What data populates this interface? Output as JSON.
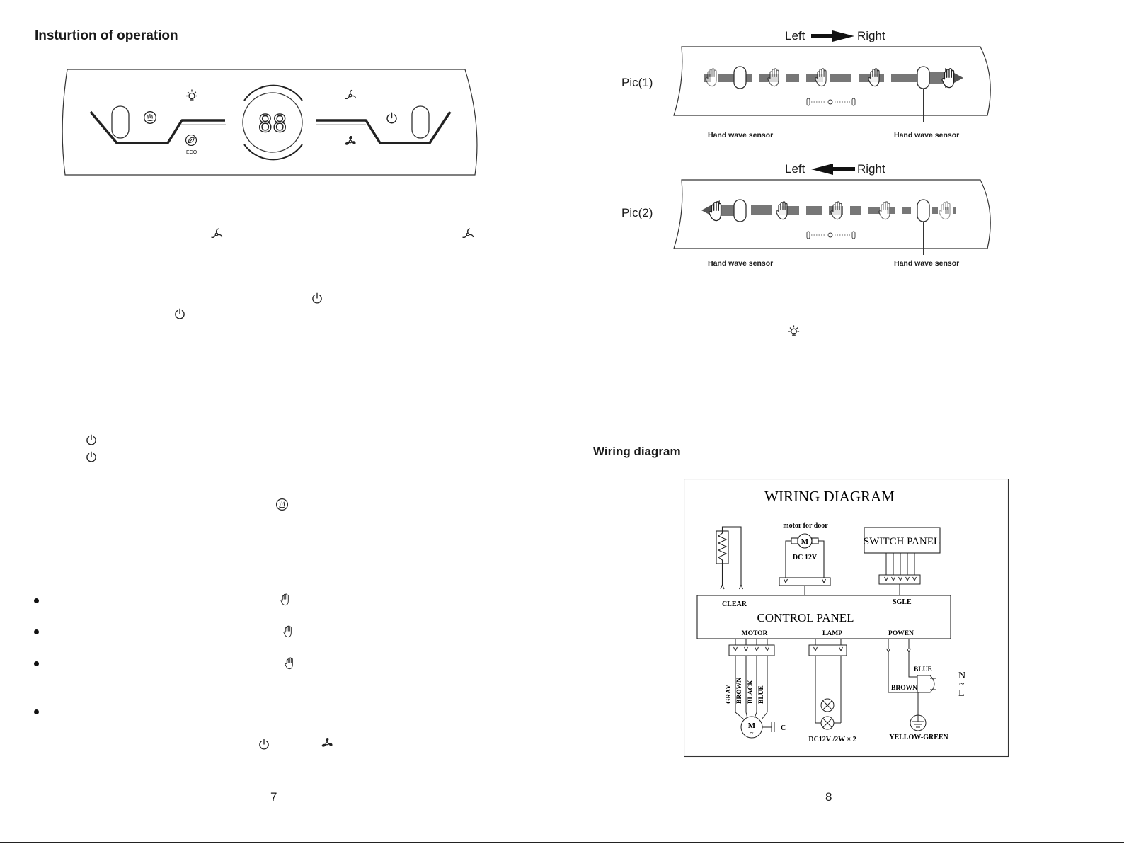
{
  "left_page": {
    "heading": "Insturtion of operation",
    "control_panel": {
      "display": "88",
      "eco_label": "ECO"
    },
    "page_number": "7"
  },
  "right_page": {
    "pic1": {
      "label": "Pic(1)",
      "left": "Left",
      "right": "Right",
      "sensor_left": "Hand wave sensor",
      "sensor_right": "Hand wave sensor"
    },
    "pic2": {
      "label": "Pic(2)",
      "left": "Left",
      "right": "Right",
      "sensor_left": "Hand wave sensor",
      "sensor_right": "Hand wave sensor"
    },
    "wiring_heading": "Wiring diagram",
    "page_number": "8"
  },
  "wiring_diagram": {
    "title": "WIRING DIAGRAM",
    "motor_for_door": "motor for door",
    "dc12v": "DC 12V",
    "switch_panel": "SWITCH PANEL",
    "clear": "CLEAR",
    "sgle": "SGLE",
    "control_panel": "CONTROL PANEL",
    "motor": "MOTOR",
    "lamp": "LAMP",
    "powen": "POWEN",
    "blue": "BLUE",
    "brown": "BROWN",
    "n": "N",
    "tilde": "~",
    "l": "L",
    "wire_gray": "GRAY",
    "wire_brown": "BROWN",
    "wire_black": "BLACK",
    "wire_blue": "BLUE",
    "m": "M",
    "c": "C",
    "lamp_rating": "DC12V /2W × 2",
    "yellow_green": "YELLOW-GREEN"
  },
  "icons": [
    "fan-low-icon",
    "fan-high-icon",
    "light-icon",
    "power-icon",
    "heat-icon",
    "eco-icon",
    "hand-icon"
  ]
}
